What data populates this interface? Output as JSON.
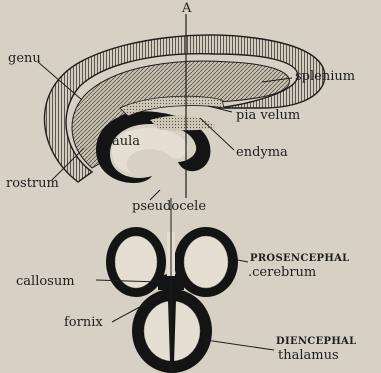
{
  "diagram": {
    "labels": {
      "axis": "A",
      "genu": "genu",
      "splenium": "splenium",
      "pia_velum": "pia velum",
      "aula": "aula",
      "endyma": "endyma",
      "rostrum": "rostrum",
      "pseudocele": "pseudocele",
      "prosencephal": "PROSENCEPHAL",
      "cerebrum": ".cerebrum",
      "callosum": "callosum",
      "fornix": "fornix",
      "diencephal": "DIENCEPHAL",
      "thalamus": "thalamus"
    }
  }
}
